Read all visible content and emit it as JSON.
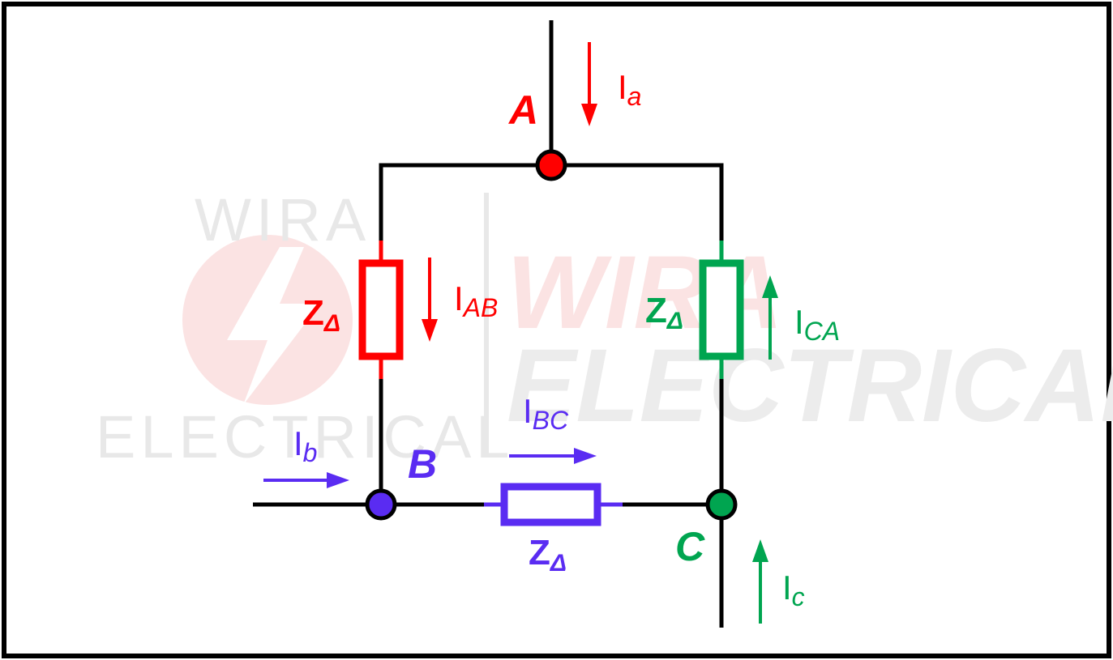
{
  "colors": {
    "wire": "#000000",
    "phase_a": "#ff0000",
    "phase_b": "#5a2cf2",
    "phase_c": "#00a550",
    "watermark_gray": "#e8e8e8",
    "watermark_red": "#fbe3e3"
  },
  "watermark": {
    "top_word": "WIRA",
    "bottom_word": "ELECTRICAL",
    "large_top_word": "WIRA",
    "large_bottom_word": "ELECTRICAL"
  },
  "nodes": {
    "a": {
      "label": "A"
    },
    "b": {
      "label": "B"
    },
    "c": {
      "label": "C"
    }
  },
  "currents": {
    "line_a": {
      "main": "I",
      "sub": "a"
    },
    "line_b": {
      "main": "I",
      "sub": "b"
    },
    "line_c": {
      "main": "I",
      "sub": "c"
    },
    "phase_ab": {
      "main": "I",
      "sub": "AB"
    },
    "phase_bc": {
      "main": "I",
      "sub": "BC"
    },
    "phase_ca": {
      "main": "I",
      "sub": "CA"
    }
  },
  "impedances": {
    "ab": {
      "main": "Z",
      "sub": "Δ"
    },
    "bc": {
      "main": "Z",
      "sub": "Δ"
    },
    "ca": {
      "main": "Z",
      "sub": "Δ"
    }
  }
}
